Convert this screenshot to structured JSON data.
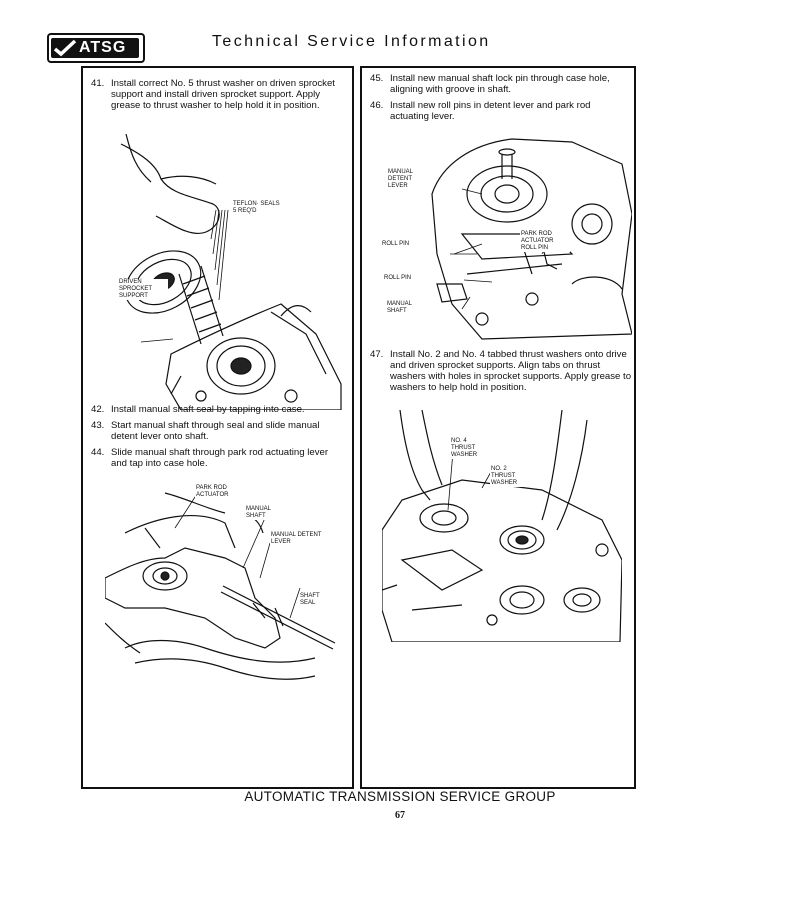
{
  "header": {
    "logo_text": "ATSG",
    "title": "Technical Service Information"
  },
  "left_column": {
    "steps": [
      {
        "number": "41.",
        "text": "Install correct No. 5 thrust washer on driven sprocket support and install driven sprocket support. Apply grease to thrust washer to help hold it in position."
      },
      {
        "number": "42.",
        "text": "Install manual shaft seal by tapping into case."
      },
      {
        "number": "43.",
        "text": "Start manual shaft through seal and slide manual detent lever onto shaft."
      },
      {
        "number": "44.",
        "text": "Slide manual shaft through park rod actuating lever and tap into case hole."
      }
    ],
    "figure1_labels": {
      "teflon_seals": "TEFLON· SEALS",
      "seals_count": "5 REQ'D",
      "driven_sprocket_support": "DRIVEN SPROCKET SUPPORT"
    },
    "figure2_labels": {
      "park_rod_actuator": "PARK ROD ACTUATOR",
      "manual_shaft": "MANUAL SHAFT",
      "manual_detent_lever": "MANUAL DETENT LEVER",
      "shaft_seal": "SHAFT SEAL"
    }
  },
  "right_column": {
    "steps": [
      {
        "number": "45.",
        "text": "Install new manual shaft lock pin through case hole, aligning with groove in shaft."
      },
      {
        "number": "46.",
        "text": "Install new roll pins in detent lever and park rod actuating lever."
      },
      {
        "number": "47.",
        "text": "Install No. 2 and No. 4 tabbed thrust washers onto drive and driven sprocket supports. Align tabs on thrust washers with holes in sprocket supports. Apply grease to washers to help hold in position."
      }
    ],
    "figure3_labels": {
      "manual_detent_lever": "MANUAL DETENT LEVER",
      "roll_pin_upper": "ROLL PIN",
      "park_rod_actuator_roll_pin": "PARK ROD ACTUATOR ROLL PIN",
      "roll_pin_lower": "ROLL PIN",
      "manual_shaft": "MANUAL SHAFT"
    },
    "figure4_labels": {
      "no4_thrust_washer": "NO. 4 THRUST WASHER",
      "no2_thrust_washer": "NO. 2 THRUST WASHER"
    }
  },
  "footer": {
    "organization": "AUTOMATIC TRANSMISSION SERVICE GROUP",
    "page_number": "67"
  }
}
